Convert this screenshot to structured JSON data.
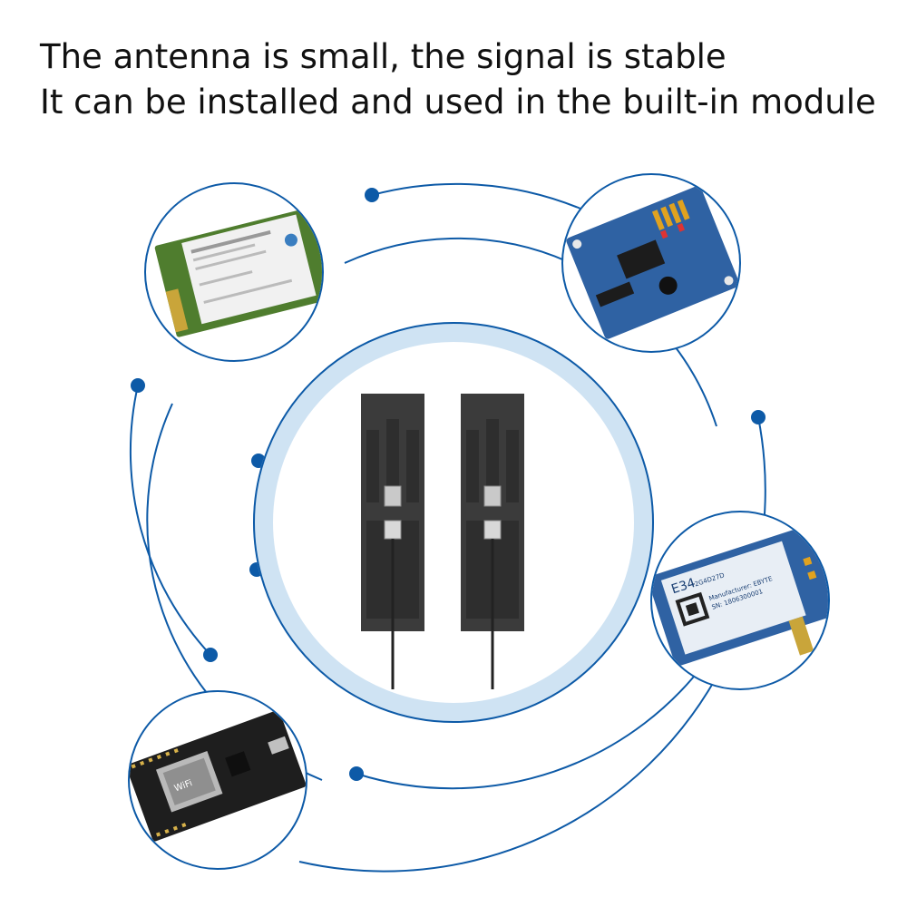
{
  "headline": {
    "line1": "The antenna is small, the signal is stable",
    "line2": "It can be installed and used in the built-in module"
  },
  "colors": {
    "accent": "#0d5aa7",
    "ring_light": "#cfe3f3",
    "antenna": "#3b3b3b",
    "pcb_green": "#4f7d2e",
    "pcb_blue": "#2f62a3",
    "pcb_black": "#1e1e1e"
  },
  "modules": [
    {
      "name": "msata-ssd-card",
      "icon": "ssd-card-icon"
    },
    {
      "name": "sensor-board",
      "icon": "blue-pcb-icon"
    },
    {
      "name": "e34-radio-module",
      "icon": "rf-module-icon",
      "label": "E34",
      "sub": "2G4D27D",
      "line1": "Manufacturer: EBYTE",
      "line2": "SN: 1806300001"
    },
    {
      "name": "nodemcu-board",
      "icon": "wifi-board-icon",
      "label": "WiFi"
    }
  ]
}
